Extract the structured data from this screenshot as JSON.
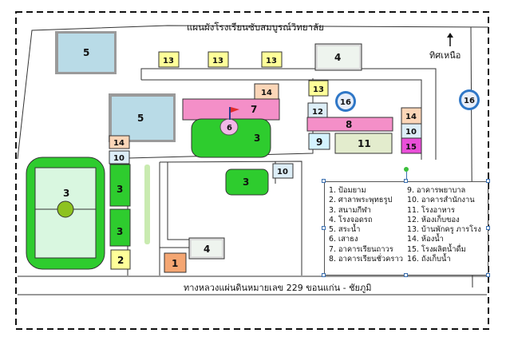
{
  "title": "แผนผังโรงเรียนซับสมบูรณ์วิทยาลัย",
  "north_label": "ทิศเหนือ",
  "road_label": "ทางหลวงแผ่นดินหมายเลข  229 ขอนแก่น - ชัยภูมิ",
  "colors": {
    "pool_blue": "#b9dbe7",
    "field_green": "#2ecc2e",
    "inner_field": "#d9f7e0",
    "yellow_building": "#ffff99",
    "pink_building": "#f48fc8",
    "peach_building": "#fbd6b8",
    "orange_building": "#f4a672",
    "light_blue_building": "#ddeef7",
    "cyan_building": "#d4f3ff",
    "olive_building": "#e3eccd",
    "magenta_building": "#e94fd8",
    "grey_box": "#dcdcdc",
    "water_tank": "#2f77c7"
  },
  "buildings": {
    "b5a": "5",
    "b5b": "5",
    "b13a": "13",
    "b13b": "13",
    "b13c": "13",
    "b13d": "13",
    "b4a": "4",
    "b4b": "4",
    "b14a": "14",
    "b14b": "14",
    "b14c": "14",
    "b7": "7",
    "b6": "6",
    "b3a": "3",
    "b3b": "3",
    "b3c": "3",
    "b3d": "3",
    "b3e": "3",
    "b10a": "10",
    "b10b": "10",
    "b10c": "10",
    "b12": "12",
    "b16a": "16",
    "b16b": "16",
    "b8": "8",
    "b9": "9",
    "b11": "11",
    "b15": "15",
    "b2": "2",
    "b1": "1"
  },
  "legend": {
    "left": [
      "1. ป้อมยาม",
      "2. ศาลาพระพุทธรูป",
      "3. สนามกีฬา",
      "4. โรงจอดรถ",
      "5. สระน้ำ",
      "6. เสาธง",
      "7. อาคารเรียนถาวร",
      "8. อาคารเรียนชั่วคราว"
    ],
    "right": [
      "9. อาคารพยาบาล",
      "10. อาคารสำนักงาน",
      "11. โรงอาหาร",
      "12. ห้องเก็บของ",
      "13. บ้านพักครู ภารโรง",
      "14. ห้องน้ำ",
      "15. โรงผลิตน้ำดื่ม",
      "16. ถังเก็บน้ำ"
    ]
  }
}
